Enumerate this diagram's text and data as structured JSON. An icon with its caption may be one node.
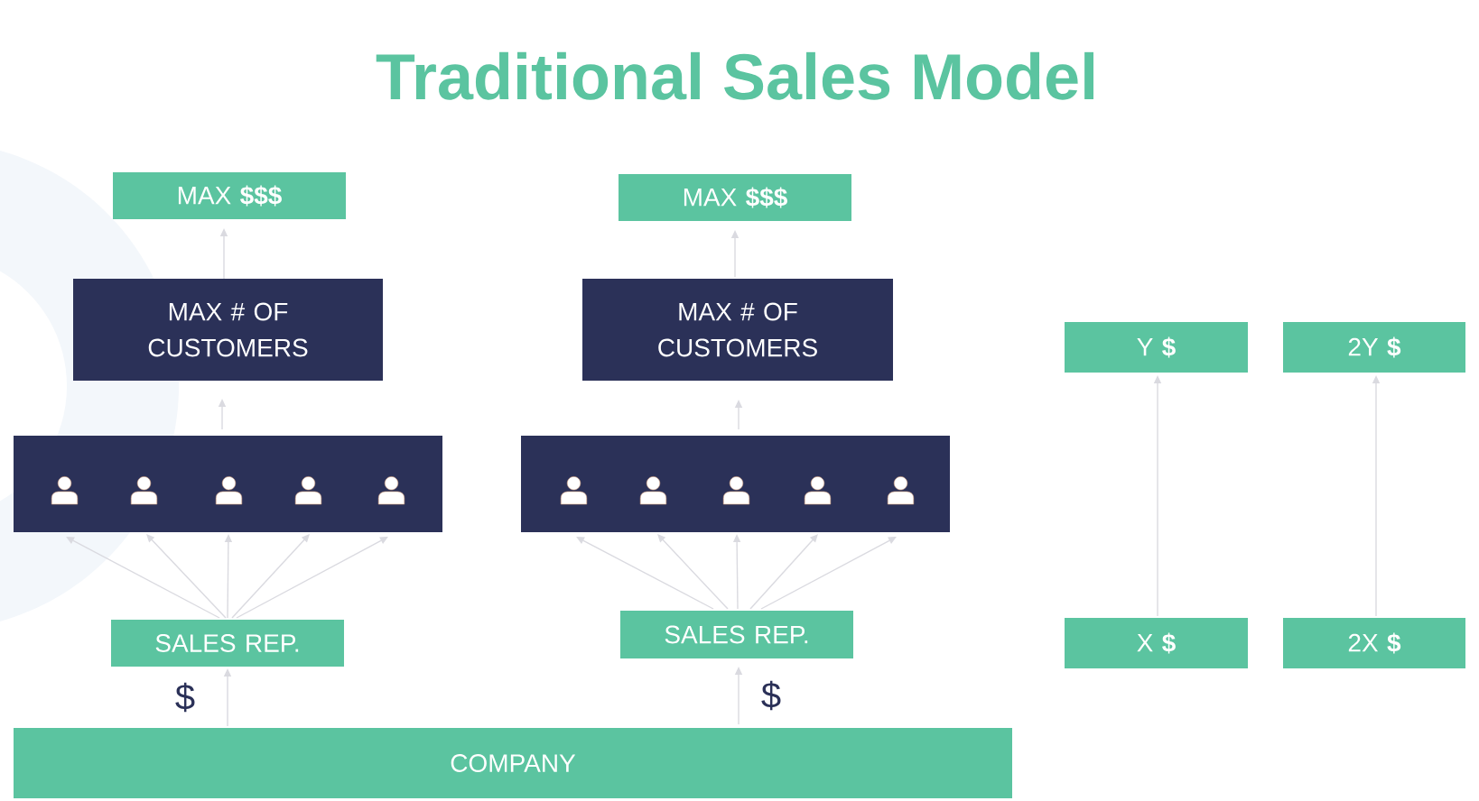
{
  "diagram": {
    "title": "Traditional Sales Model",
    "nodes": [
      {
        "text": [
          "MAX **$$$**"
        ]
      },
      {
        "text": [
          "MAX # OF CUSTOMERS"
        ]
      },
      {
        "text": [],
        "shape": "box"
      },
      {
        "text": [],
        "shape": "person",
        "in": 2
      },
      {
        "text": [],
        "shape": "person",
        "in": 2
      },
      {
        "text": [],
        "shape": "person",
        "in": 2
      },
      {
        "text": [],
        "shape": "person",
        "in": 2
      },
      {
        "text": [],
        "shape": "person",
        "in": 2
      },
      {
        "text": [
          "SALES REP."
        ]
      },
      {
        "text": [
          "MAX **$$$**"
        ]
      },
      {
        "text": [
          "MAX # OF CUSTOMERS"
        ]
      },
      {
        "text": [],
        "shape": "box"
      },
      {
        "text": [],
        "shape": "person",
        "in": 11
      },
      {
        "text": [],
        "shape": "person",
        "in": 11
      },
      {
        "text": [],
        "shape": "person",
        "in": 11
      },
      {
        "text": [],
        "shape": "person",
        "in": 11
      },
      {
        "text": [],
        "shape": "person",
        "in": 11
      },
      {
        "text": [
          "SALES REP."
        ]
      },
      {
        "text": [
          "COMPANY"
        ]
      },
      {
        "text": [
          "Y **$**"
        ]
      },
      {
        "text": [
          "2Y **$**"
        ]
      },
      {
        "text": [
          "X **$**"
        ]
      },
      {
        "text": [
          "2X **$**"
        ]
      }
    ],
    "edges": [
      {
        "from": 1,
        "to": 0,
        "arrow": "to"
      },
      {
        "from": 2,
        "to": 1,
        "arrow": "to"
      },
      {
        "from": 8,
        "to": 3,
        "arrow": "to"
      },
      {
        "from": 8,
        "to": 4,
        "arrow": "to"
      },
      {
        "from": 8,
        "to": 5,
        "arrow": "to"
      },
      {
        "from": 8,
        "to": 6,
        "arrow": "to"
      },
      {
        "from": 8,
        "to": 7,
        "arrow": "to"
      },
      {
        "from": 18,
        "to": 8,
        "arrow": "to",
        "label": "$"
      },
      {
        "from": 10,
        "to": 9,
        "arrow": "to"
      },
      {
        "from": 11,
        "to": 10,
        "arrow": "to"
      },
      {
        "from": 17,
        "to": 12,
        "arrow": "to"
      },
      {
        "from": 17,
        "to": 13,
        "arrow": "to"
      },
      {
        "from": 17,
        "to": 14,
        "arrow": "to"
      },
      {
        "from": 17,
        "to": 15,
        "arrow": "to"
      },
      {
        "from": 17,
        "to": 16,
        "arrow": "to"
      },
      {
        "from": 18,
        "to": 17,
        "arrow": "to",
        "label": "$"
      },
      {
        "from": 21,
        "to": 19,
        "arrow": "to"
      },
      {
        "from": 22,
        "to": 20,
        "arrow": "to"
      }
    ]
  }
}
